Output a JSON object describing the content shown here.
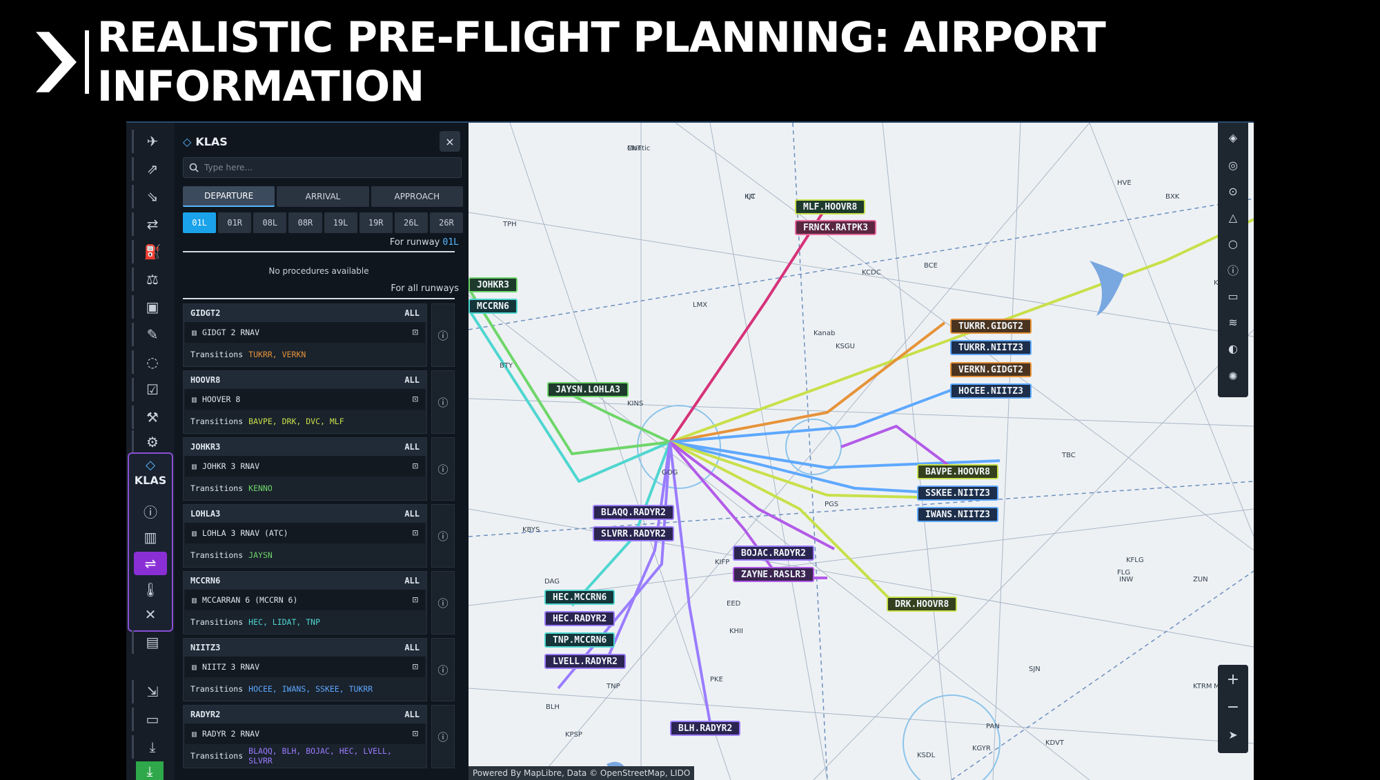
{
  "slide": {
    "title": "REALISTIC PRE-FLIGHT PLANNING: AIRPORT INFORMATION"
  },
  "rail": {
    "klas_label": "KLAS"
  },
  "panel": {
    "airport": "KLAS",
    "close_symbol": "×",
    "search_placeholder": "Type here...",
    "tabs": [
      "DEPARTURE",
      "ARRIVAL",
      "APPROACH"
    ],
    "runways": [
      "01L",
      "01R",
      "08L",
      "08R",
      "19L",
      "19R",
      "26L",
      "26R"
    ],
    "for_runway_label": "For runway",
    "for_runway_value": "01L",
    "no_procedures": "No procedures available",
    "for_all_runways": "For all runways",
    "transitions_label": "Transitions",
    "procedures": [
      {
        "code": "GIDGT2",
        "scope": "ALL",
        "name": "GIDGT 2 RNAV",
        "transitions": "TUKRR, VERKN",
        "color": "#e6933a"
      },
      {
        "code": "HOOVR8",
        "scope": "ALL",
        "name": "HOOVER 8",
        "transitions": "BAVPE, DRK, DVC, MLF",
        "color": "#c8e04a"
      },
      {
        "code": "JOHKR3",
        "scope": "ALL",
        "name": "JOHKR 3 RNAV",
        "transitions": "KENNO",
        "color": "#6fd66a"
      },
      {
        "code": "LOHLA3",
        "scope": "ALL",
        "name": "LOHLA 3 RNAV (ATC)",
        "transitions": "JAYSN",
        "color": "#6fd66a"
      },
      {
        "code": "MCCRN6",
        "scope": "ALL",
        "name": "MCCARRAN 6 (MCCRN 6)",
        "transitions": "HEC, LIDAT, TNP",
        "color": "#4fd6d0"
      },
      {
        "code": "NIITZ3",
        "scope": "ALL",
        "name": "NIITZ 3 RNAV",
        "transitions": "HOCEE, IWANS, SSKEE, TUKRR",
        "color": "#5ea8ff"
      },
      {
        "code": "RADYR2",
        "scope": "ALL",
        "name": "RADYR 2 RNAV",
        "transitions": "BLAQQ, BLH, BOJAC, HEC, LVELL, SLVRR",
        "color": "#9a7cff"
      }
    ]
  },
  "map": {
    "attribution": "Powered By MapLibre, Data © OpenStreetMap, LIDO",
    "route_labels": [
      "MLF.HOOVR8",
      "FRNCK.RATPK3",
      "JOHKR3",
      "MCCRN6",
      "JAYSN.LOHLA3",
      "TUKRR.GIDGT2",
      "TUKRR.NIITZ3",
      "VERKN.GIDGT2",
      "HOCEE.NIITZ3",
      "BAVPE.HOOVR8",
      "SSKEE.NIITZ3",
      "IWANS.NIITZ3",
      "BLAQQ.RADYR2",
      "SLVRR.RADYR2",
      "BOJAC.RADYR2",
      "ZAYNE.RASLR3",
      "HEC.MCCRN6",
      "HEC.RADYR2",
      "TNP.MCCRN6",
      "LVELL.RADYR2",
      "BLH.RADYR2",
      "DRK.HOOVR8"
    ],
    "place_labels": [
      "CNT",
      "ILC",
      "HVE",
      "TPH",
      "BCE",
      "KCDC",
      "KSGU",
      "Kanab",
      "LMX",
      "BTY",
      "KINS",
      "GOG",
      "PGS",
      "TBC",
      "KBYS",
      "KIFP",
      "EED",
      "KHII",
      "DAG",
      "INW",
      "ZUN",
      "KFLG",
      "FLG",
      "PKE",
      "TNP",
      "BLH",
      "KPSP",
      "KTRM",
      "SJN",
      "PAN",
      "KDVT",
      "KSDL",
      "KGYR",
      "BXK",
      "KPHX",
      "Moab",
      "Montic",
      "KJT"
    ]
  },
  "colors": {
    "accent_blue": "#1aa3ea",
    "purple_active": "#8a2fd6"
  }
}
